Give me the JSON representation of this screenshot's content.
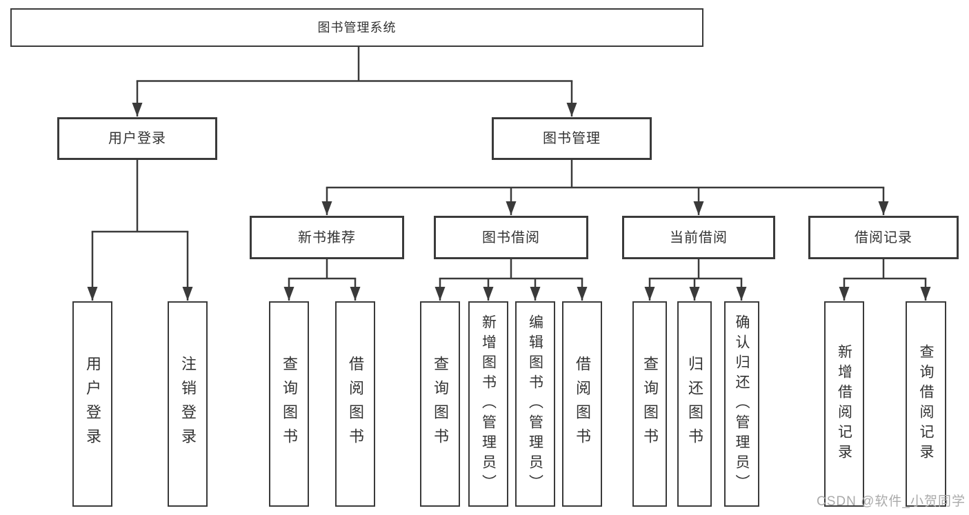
{
  "diagram": {
    "root": "图书管理系统",
    "user_branch": {
      "label": "用户登录",
      "leaves": [
        "用户登录",
        "注销登录"
      ]
    },
    "mgmt_branch": {
      "label": "图书管理",
      "groups": [
        {
          "label": "新书推荐",
          "leaves": [
            "查询图书",
            "借阅图书"
          ]
        },
        {
          "label": "图书借阅",
          "leaves": [
            "查询图书",
            "新增图书（管理员）",
            "编辑图书（管理员）",
            "借阅图书"
          ]
        },
        {
          "label": "当前借阅",
          "leaves": [
            "查询图书",
            "归还图书",
            "确认归还（管理员）"
          ]
        },
        {
          "label": "借阅记录",
          "leaves": [
            "新增借阅记录",
            "查询借阅记录"
          ]
        }
      ]
    }
  },
  "watermark": "CSDN @软件_小贺同学",
  "colors": {
    "line": "#3a3a3a",
    "text": "#333333",
    "watermark": "#aaaaaa",
    "background": "#ffffff"
  }
}
